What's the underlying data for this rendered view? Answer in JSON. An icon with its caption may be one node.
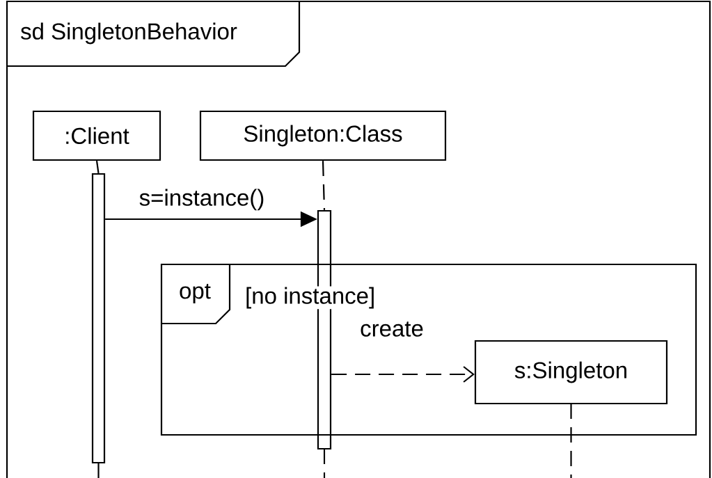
{
  "diagram": {
    "nodes": [
      {
        "text": [
          "sd SingletonBehavior"
        ]
      },
      {
        "text": [
          ":Client"
        ],
        "in": 0
      },
      {
        "text": [
          "Singleton:Class"
        ],
        "in": 0
      },
      {
        "text": [],
        "shape": "bar",
        "in": 0
      },
      {
        "text": [],
        "shape": "bar",
        "in": 0
      },
      {
        "text": [
          "opt",
          "[no instance]"
        ],
        "in": 0
      },
      {
        "text": [
          "s:Singleton"
        ],
        "in": 5
      }
    ],
    "edges": [
      {
        "from": 1,
        "to": 3,
        "arrow": "none"
      },
      {
        "from": 2,
        "to": 4,
        "arrow": "none",
        "style": "dashed"
      },
      {
        "from": 3,
        "to": 4,
        "arrow": "to",
        "label": "s=instance()"
      },
      {
        "from": 4,
        "to": 6,
        "arrow": "to",
        "label": "create",
        "style": "dashed"
      }
    ]
  }
}
